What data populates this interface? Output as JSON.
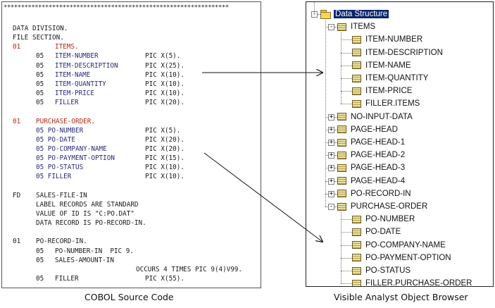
{
  "cobol": {
    "stars": "*****************************************************************",
    "lines": [
      {
        "c0": "DATA DIVISION."
      },
      {
        "c0": "FILE SECTION."
      },
      {
        "c0": "01",
        "c2": "ITEMS."
      },
      {
        "c1": "05",
        "c2": "ITEM-NUMBER",
        "c3": "PIC X(5)."
      },
      {
        "c1": "05",
        "c2": "ITEM-DESCRIPTION",
        "c3": "PIC X(25)."
      },
      {
        "c1": "05",
        "c2": "ITEM-NAME",
        "c3": "PIC X(10)."
      },
      {
        "c1": "05",
        "c2": "ITEM-QUANTITY",
        "c3": "PIC X(10)."
      },
      {
        "c1": "05",
        "c2": "ITEM-PRICE",
        "c3": "PIC X(10)."
      },
      {
        "c1": "05",
        "c2": "FILLER",
        "c3": "PIC X(20)."
      },
      {},
      {
        "c0": "01",
        "c1": "PURCHASE-ORDER."
      },
      {
        "c1": "05 PO-NUMBER",
        "c3": "PIC X(5)."
      },
      {
        "c1": "05 PO-DATE",
        "c3": "PIC X(20)."
      },
      {
        "c1": "05 PO-COMPANY-NAME",
        "c3": "PIC X(20)."
      },
      {
        "c1": "05 PO-PAYMENT-OPTION",
        "c3": "PIC X(15)."
      },
      {
        "c1": "05 PO-STATUS",
        "c3": "PIC X(10)."
      },
      {
        "c1": "05 FILLER",
        "c3": "PIC X(10)."
      },
      {},
      {
        "c0": "FD",
        "c1": "SALES-FILE-IN"
      },
      {
        "c1": "LABEL RECORDS ARE STANDARD"
      },
      {
        "c1": "VALUE OF ID IS \"C:PO.DAT\""
      },
      {
        "c1": "DATA RECORD IS PO-RECORD-IN."
      },
      {},
      {
        "c0": "01",
        "c1": "PO-RECORD-IN."
      },
      {
        "c1": "05",
        "c2": "PO-NUMBER-IN  PIC 9."
      },
      {
        "c1": "05",
        "c2": "SALES-AMOUNT-IN"
      },
      {
        "c4": "OCCURS 4 TIMES PIC 9(4)V99."
      },
      {
        "c1": "05",
        "c2": "FILLER",
        "c3": "PIC X(55)."
      }
    ],
    "caption": "COBOL Source Code"
  },
  "tree": {
    "root": "Data Structure",
    "items_group": "ITEMS",
    "items_children": [
      "ITEM-NUMBER",
      "ITEM-DESCRIPTION",
      "ITEM-NAME",
      "ITEM-QUANTITY",
      "ITEM-PRICE",
      "FILLER.ITEMS"
    ],
    "collapsed": [
      "NO-INPUT-DATA",
      "PAGE-HEAD",
      "PAGE-HEAD-1",
      "PAGE-HEAD-2",
      "PAGE-HEAD-3",
      "PAGE-HEAD-4",
      "PO-RECORD-IN"
    ],
    "po_group": "PURCHASE-ORDER",
    "po_children": [
      "PO-NUMBER",
      "PO-DATE",
      "PO-COMPANY-NAME",
      "PO-PAYMENT-OPTION",
      "PO-STATUS",
      "FILLER.PURCHASE-ORDER"
    ],
    "caption": "Visible Analyst Object Browser"
  }
}
